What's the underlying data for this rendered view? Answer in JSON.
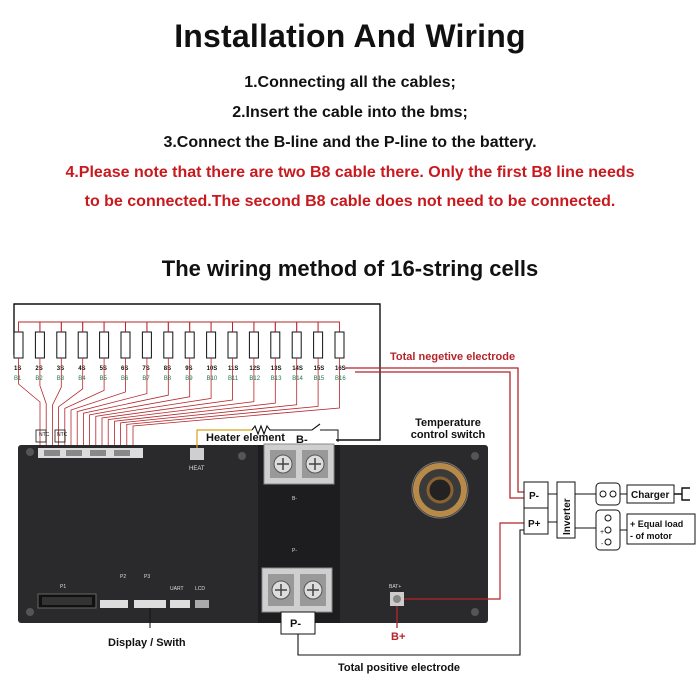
{
  "header": {
    "title": "Installation And Wiring",
    "steps": [
      "1.Connecting all the cables;",
      "2.Insert the cable into the bms;",
      "3.Connect the B-line and the P-line to the battery."
    ],
    "note_line1": "4.Please note that there are two B8 cable there. Only the first B8 line needs",
    "note_line2": "to be connected.The second B8 cable does not need to be connected."
  },
  "diagram": {
    "subtitle": "The wiring method of 16-string cells",
    "cells": [
      "1S",
      "2S",
      "3S",
      "4S",
      "5S",
      "6S",
      "7S",
      "8S",
      "9S",
      "10S",
      "11S",
      "12S",
      "13S",
      "14S",
      "15S",
      "16S"
    ],
    "b_lines": [
      "B1",
      "B2",
      "B3",
      "B4",
      "B5",
      "B6",
      "B7",
      "B8",
      "B9",
      "B10",
      "B11",
      "B12",
      "B13",
      "B14",
      "B15",
      "B16"
    ],
    "labels": {
      "total_negative": "Total negetive electrode",
      "total_positive": "Total positive electrode",
      "temperature_switch_1": "Temperature",
      "temperature_switch_2": "control switch",
      "heater": "Heater element",
      "b_minus": "B-",
      "b_plus": "B+",
      "p_minus": "P-",
      "p_plus": "P+",
      "inverter": "Inverter",
      "charger": "Charger",
      "equal_load_1": "+ Equal load",
      "equal_load_2": "- of motor",
      "display": "Display / Swith",
      "ntc1": "NTC",
      "ntc2": "NTC",
      "heat": "HEAT",
      "p1": "P1",
      "p2": "P2",
      "p3": "P3",
      "uart": "UART",
      "lcd": "LCD",
      "bat_plus": "BAT+",
      "b_minus_board": "B-",
      "p_minus_board": "P-",
      "plus_sign": "+",
      "minus_sign": "-"
    },
    "colors": {
      "board": "#2a2a2c",
      "wire_red": "#b5252a",
      "wire_black": "#111111",
      "note_red": "#c8191e"
    }
  }
}
